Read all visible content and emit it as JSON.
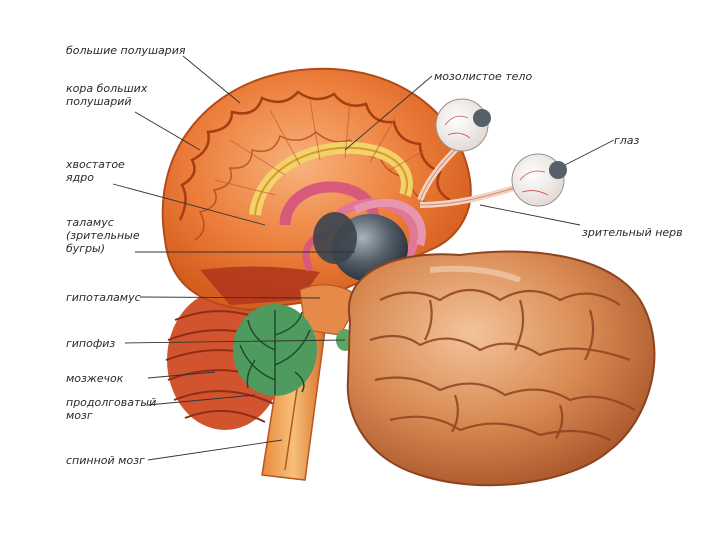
{
  "labels": {
    "hemispheres": "большие полушария",
    "cortex_line1": "кора больших",
    "cortex_line2": "полушарий",
    "caudate_line1": "хвостатое",
    "caudate_line2": "ядро",
    "thalamus_line1": "таламус",
    "thalamus_line2": "(зрительные",
    "thalamus_line3": "бугры)",
    "hypothalamus": "гипоталамус",
    "pituitary": "гипофиз",
    "cerebellum": "мозжечок",
    "medulla_line1": "продолговатый",
    "medulla_line2": "мозг",
    "spinal_cord": "спинной мозг",
    "corpus_callosum": "мозолистое тело",
    "eye": "глаз",
    "optic_nerve": "зрительный нерв"
  },
  "colors": {
    "page_background": "#ffffff",
    "brain_orange": "#e8742e",
    "brain_light": "#f6b27a",
    "thalamus_dark": "#4a5560",
    "cerebellum_green": "#3f8a52",
    "cortex_brown": "#c97a45",
    "pink_structures": "#d85a7a"
  }
}
